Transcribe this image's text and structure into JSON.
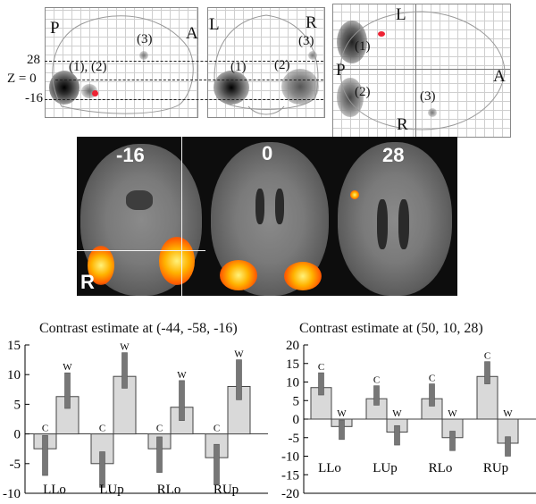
{
  "glass_brain": {
    "sagittal": {
      "posterior": "P",
      "anterior": "A",
      "cluster_3": "(3)",
      "clusters_1_2": "(1), (2)"
    },
    "coronal": {
      "left": "L",
      "right": "R",
      "cluster_3": "(3)",
      "cluster_1": "(1)",
      "cluster_2": "(2)"
    },
    "axial": {
      "left": "L",
      "right": "R",
      "posterior": "P",
      "anterior": "A",
      "cluster_1": "(1)",
      "cluster_2": "(2)",
      "cluster_3": "(3)"
    },
    "z_levels": {
      "top": "28",
      "middle": "Z = 0",
      "bottom": "-16"
    }
  },
  "mri": {
    "slices": [
      "-16",
      "0",
      "28"
    ],
    "orientation": "R"
  },
  "chart_data": [
    {
      "type": "bar",
      "title": "Contrast estimate at (-44, -58, -16)",
      "categories": [
        "LLo",
        "LUp",
        "RLo",
        "RUp"
      ],
      "series": [
        {
          "name": "C",
          "values": [
            -2.5,
            -5.0,
            -2.5,
            -4.0
          ],
          "error": [
            4.5,
            4.0,
            4.0,
            4.5
          ]
        },
        {
          "name": "W",
          "values": [
            6.3,
            9.7,
            4.5,
            8.0
          ],
          "error": [
            4.0,
            4.0,
            4.5,
            4.5
          ]
        }
      ],
      "yticks": [
        -10,
        -5,
        0,
        5,
        10,
        15
      ],
      "ylim": [
        -10,
        15
      ]
    },
    {
      "type": "bar",
      "title": "Contrast estimate at (50, 10, 28)",
      "categories": [
        "LLo",
        "LUp",
        "RLo",
        "RUp"
      ],
      "series": [
        {
          "name": "C",
          "values": [
            8.5,
            5.5,
            5.5,
            11.5
          ],
          "error": [
            4.0,
            3.5,
            4.0,
            4.0
          ]
        },
        {
          "name": "W",
          "values": [
            -2.0,
            -3.5,
            -5.0,
            -6.5
          ],
          "error": [
            3.5,
            3.5,
            3.5,
            3.5
          ]
        }
      ],
      "yticks": [
        -20,
        -15,
        -10,
        -5,
        0,
        5,
        10,
        15,
        20
      ],
      "ylim": [
        -20,
        20
      ]
    }
  ]
}
